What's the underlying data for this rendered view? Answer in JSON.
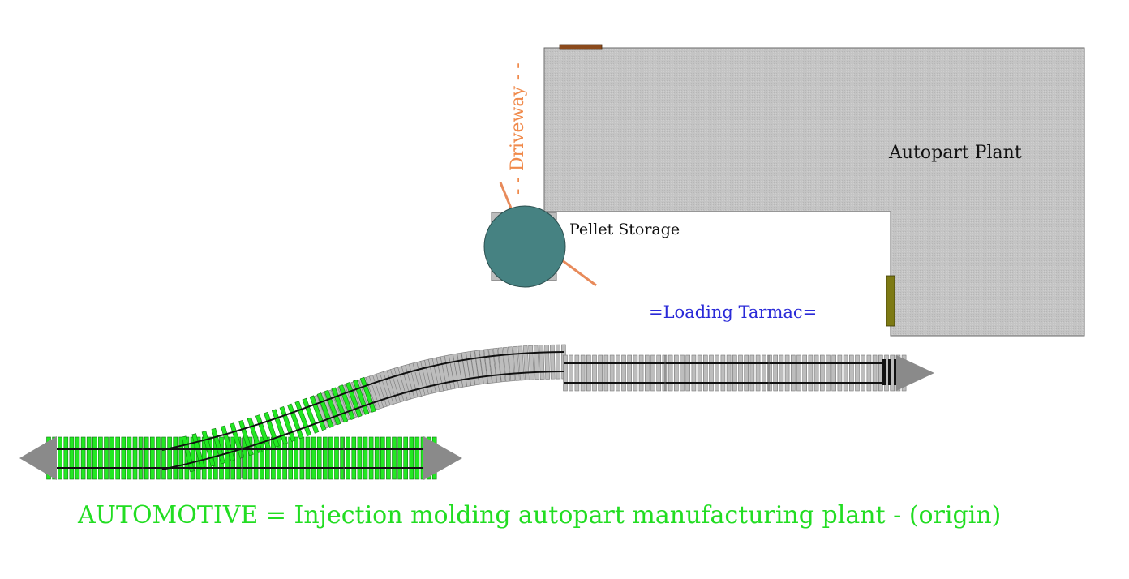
{
  "labels": {
    "plant": "Autopart Plant",
    "pellet_storage": "Pellet Storage",
    "driveway": "- - Driveway - -",
    "tarmac": "=Loading Tarmac=",
    "caption": "AUTOMOTIVE = Injection molding autopart manufacturing plant - (origin)"
  },
  "colors": {
    "building_fill": "#c3c3c3",
    "building_stroke": "#6a6a6a",
    "silo_fill": "#468282",
    "silo_base": "#bdbdbd",
    "driveway_text": "#f08a4b",
    "tarmac_text": "#2a2ad8",
    "caption_text": "#22dd22",
    "spout": "#e88a5a",
    "door_brown": "#8b4a1c",
    "door_olive": "#7d7a14",
    "tie_grey": "#bdbdbd",
    "tie_green": "#22e822",
    "rail": "#111111",
    "arrow_grey": "#8a8a8a"
  },
  "icons": {
    "track_end_arrows": "track-end-arrow-icon",
    "bumper": "track-bumper-icon"
  }
}
